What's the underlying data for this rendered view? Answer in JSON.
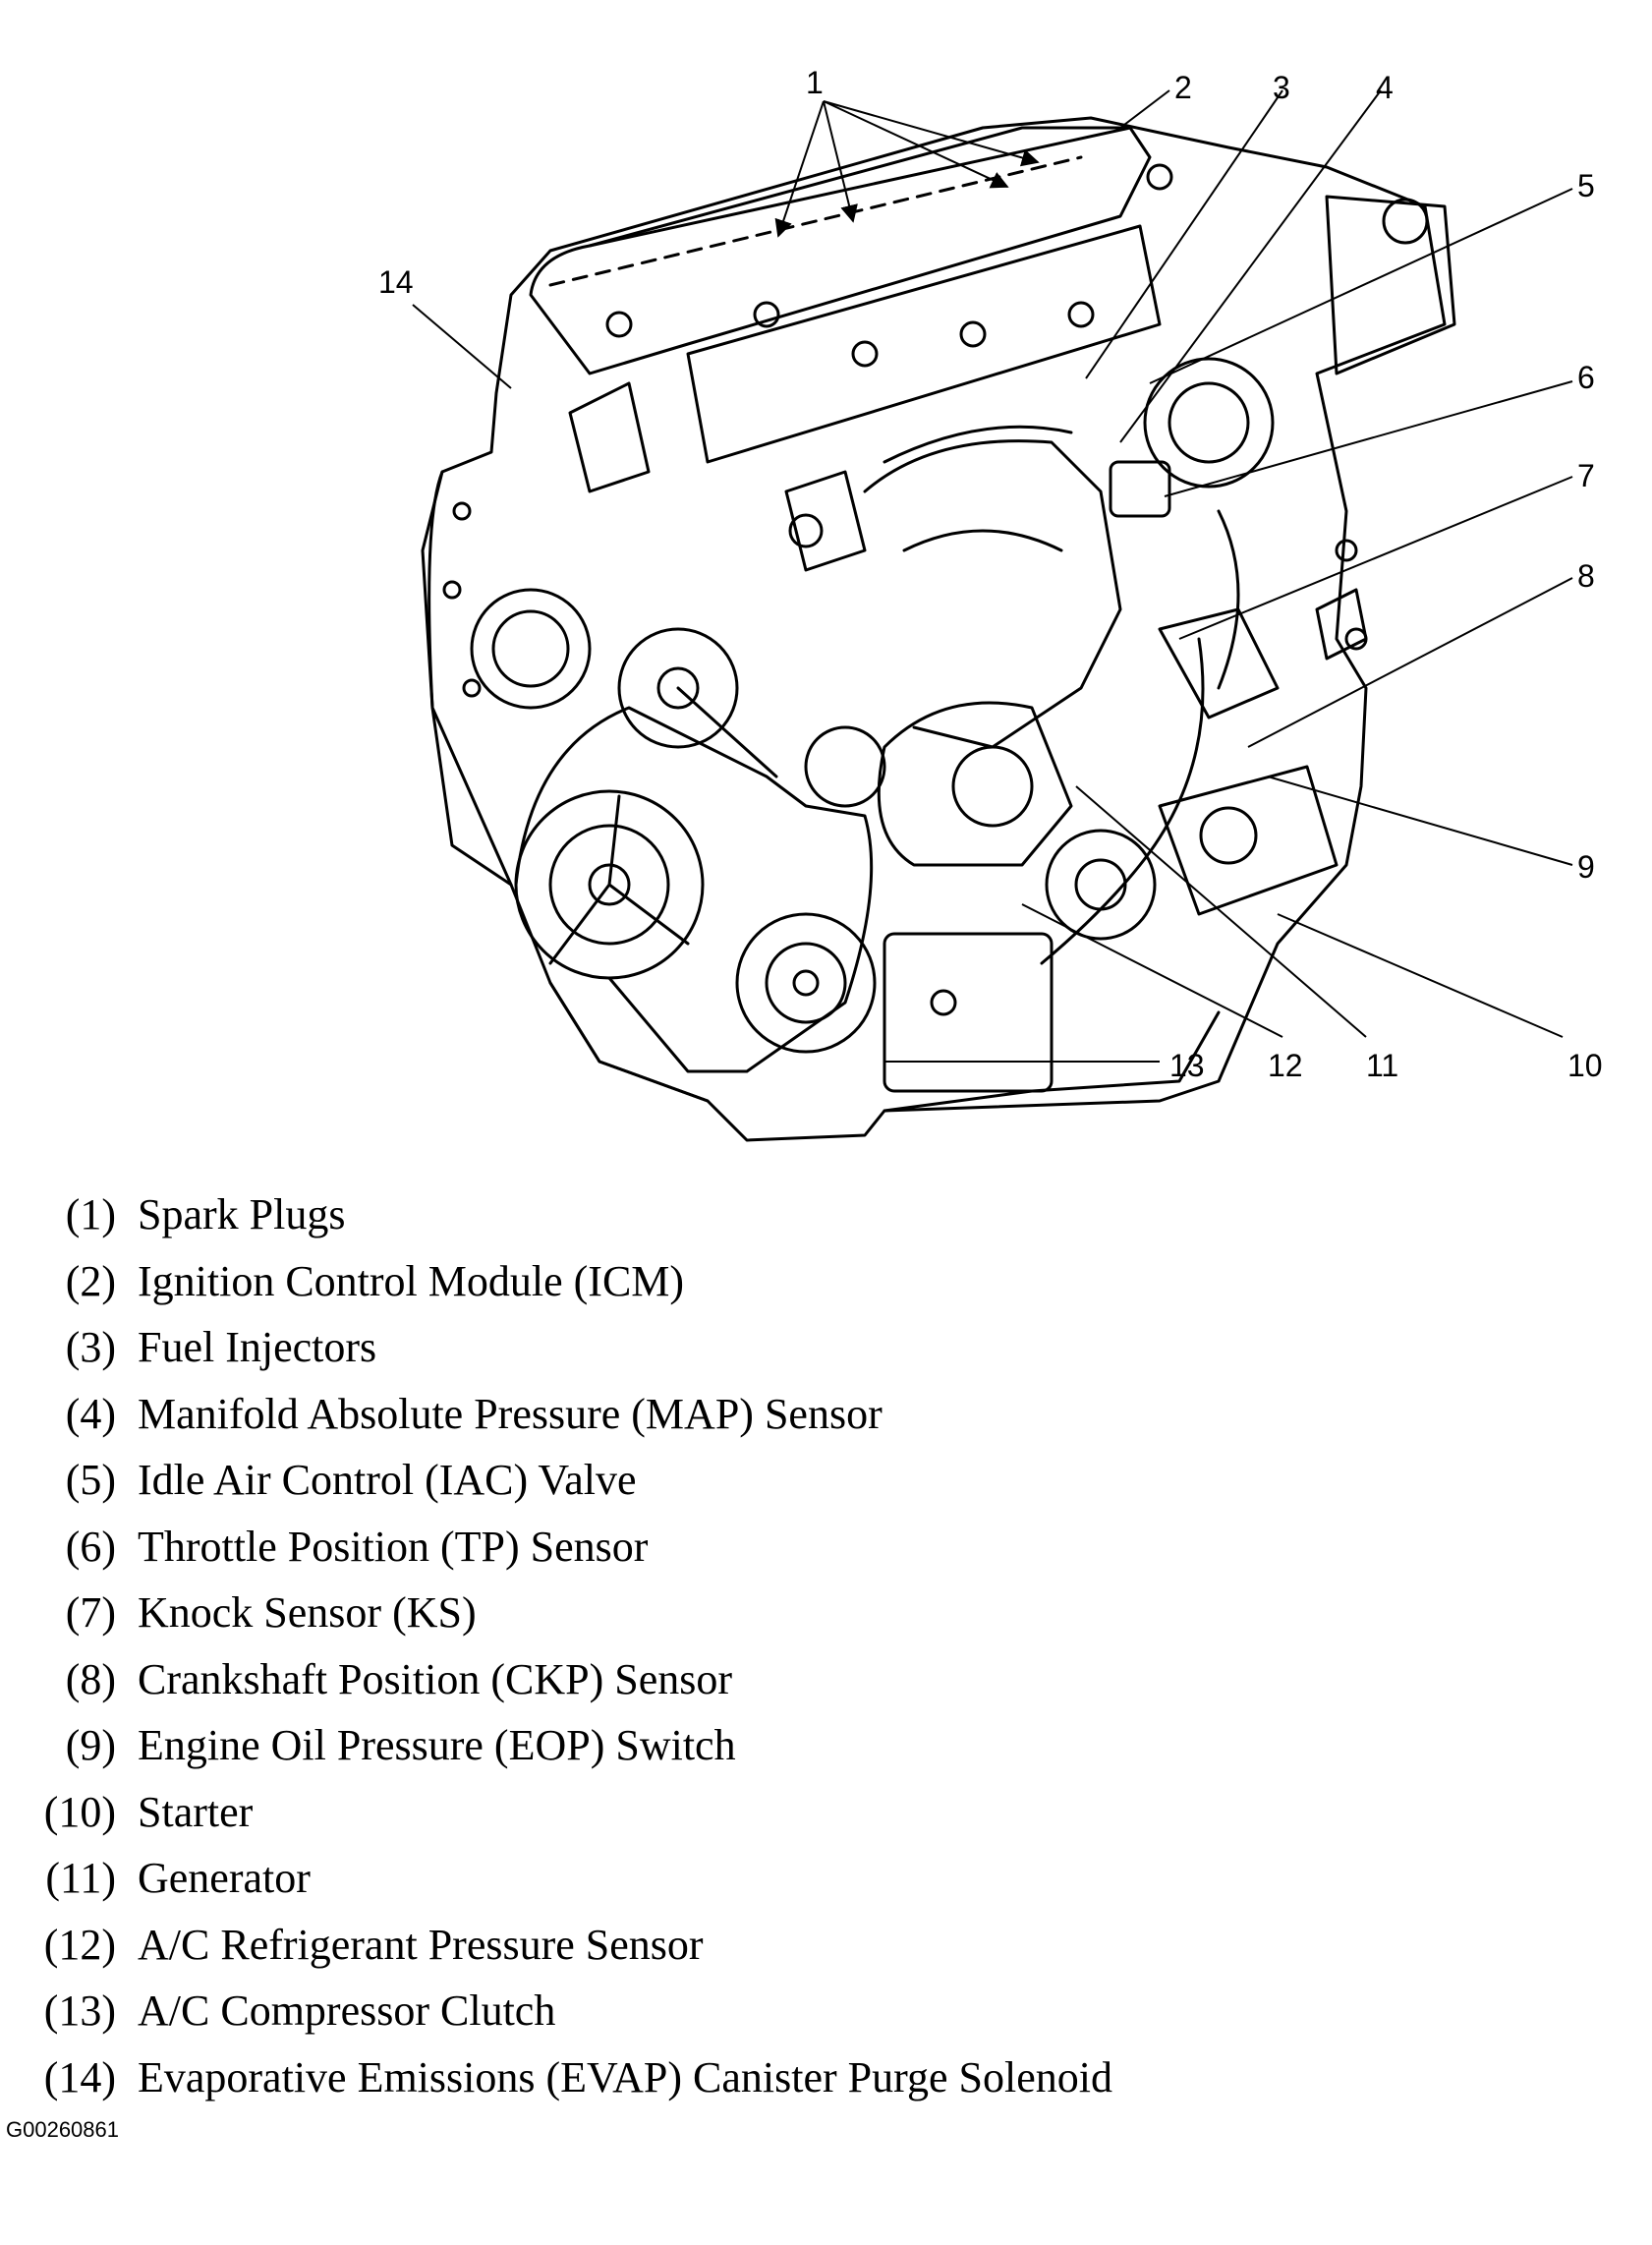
{
  "callouts": [
    {
      "number": "1",
      "label": "Spark Plugs"
    },
    {
      "number": "2",
      "label": "Ignition Control Module (ICM)"
    },
    {
      "number": "3",
      "label": "Fuel Injectors"
    },
    {
      "number": "4",
      "label": "Manifold Absolute Pressure (MAP) Sensor"
    },
    {
      "number": "5",
      "label": "Idle Air Control (IAC) Valve"
    },
    {
      "number": "6",
      "label": "Throttle Position (TP) Sensor"
    },
    {
      "number": "7",
      "label": "Knock Sensor (KS)"
    },
    {
      "number": "8",
      "label": "Crankshaft Position (CKP) Sensor"
    },
    {
      "number": "9",
      "label": "Engine Oil Pressure (EOP) Switch"
    },
    {
      "number": "10",
      "label": "Starter"
    },
    {
      "number": "11",
      "label": "Generator"
    },
    {
      "number": "12",
      "label": "A/C Refrigerant Pressure Sensor"
    },
    {
      "number": "13",
      "label": "A/C Compressor Clutch"
    },
    {
      "number": "14",
      "label": "Evaporative Emissions (EVAP) Canister Purge Solenoid"
    }
  ],
  "legend": [
    {
      "num": "(1)",
      "text": "Spark Plugs"
    },
    {
      "num": "(2)",
      "text": "Ignition Control Module (ICM)"
    },
    {
      "num": "(3)",
      "text": "Fuel Injectors"
    },
    {
      "num": "(4)",
      "text": "Manifold Absolute Pressure (MAP) Sensor"
    },
    {
      "num": "(5)",
      "text": "Idle Air Control (IAC) Valve"
    },
    {
      "num": "(6)",
      "text": "Throttle Position (TP) Sensor"
    },
    {
      "num": "(7)",
      "text": "Knock Sensor (KS)"
    },
    {
      "num": "(8)",
      "text": "Crankshaft Position (CKP) Sensor"
    },
    {
      "num": "(9)",
      "text": "Engine Oil Pressure (EOP) Switch"
    },
    {
      "num": "(10)",
      "text": "Starter"
    },
    {
      "num": "(11)",
      "text": "Generator"
    },
    {
      "num": "(12)",
      "text": "A/C Refrigerant Pressure Sensor"
    },
    {
      "num": "(13)",
      "text": "A/C Compressor Clutch"
    },
    {
      "num": "(14)",
      "text": "Evaporative Emissions (EVAP) Canister Purge Solenoid"
    }
  ],
  "figure_id": "G00260861"
}
